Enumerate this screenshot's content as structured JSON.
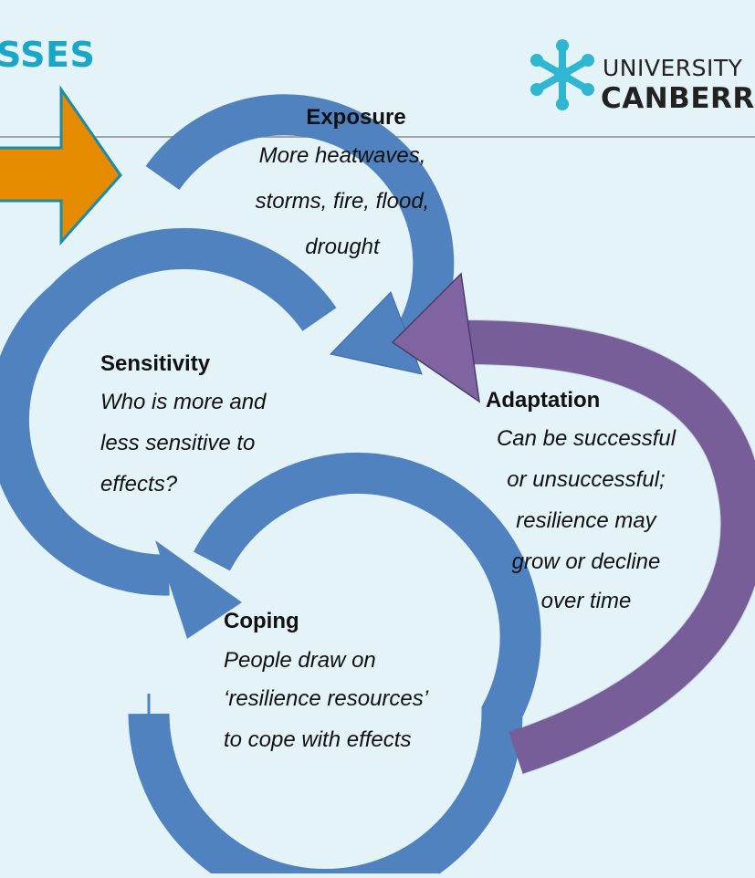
{
  "header": {
    "title_fragment": "SSES",
    "logo": {
      "line1": "UNIVERSITY",
      "line2": "CANBERRA",
      "icon": "canberra-snowflake-logo-icon"
    }
  },
  "stages": {
    "exposure": {
      "title": "Exposure",
      "lines": [
        "More heatwaves,",
        "storms, fire, flood,",
        "drought"
      ]
    },
    "sensitivity": {
      "title": "Sensitivity",
      "lines": [
        "Who is more and",
        "less sensitive to",
        "effects?"
      ]
    },
    "adaptation": {
      "title": "Adaptation",
      "lines": [
        "Can be successful",
        "or unsuccessful;",
        "resilience may",
        "grow or decline",
        "over time"
      ]
    },
    "coping": {
      "title": "Coping",
      "lines": [
        "People draw on",
        "‘resilience resources’",
        "to cope with effects"
      ]
    }
  },
  "colors": {
    "background": "#e3f3f8",
    "blue_arrow": "#5082c0",
    "purple_arrow": "#8064a2",
    "orange_arrow": "#e68a00",
    "teal": "#1aa6c7",
    "logo_icon": "#2fb6d2"
  }
}
